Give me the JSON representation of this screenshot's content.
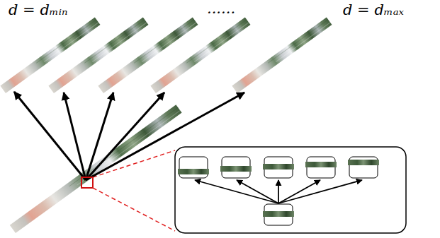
{
  "diagram": {
    "labels": [
      "d = dₘᵢₙ",
      "......",
      "d = dₘₐₓ"
    ]
  }
}
